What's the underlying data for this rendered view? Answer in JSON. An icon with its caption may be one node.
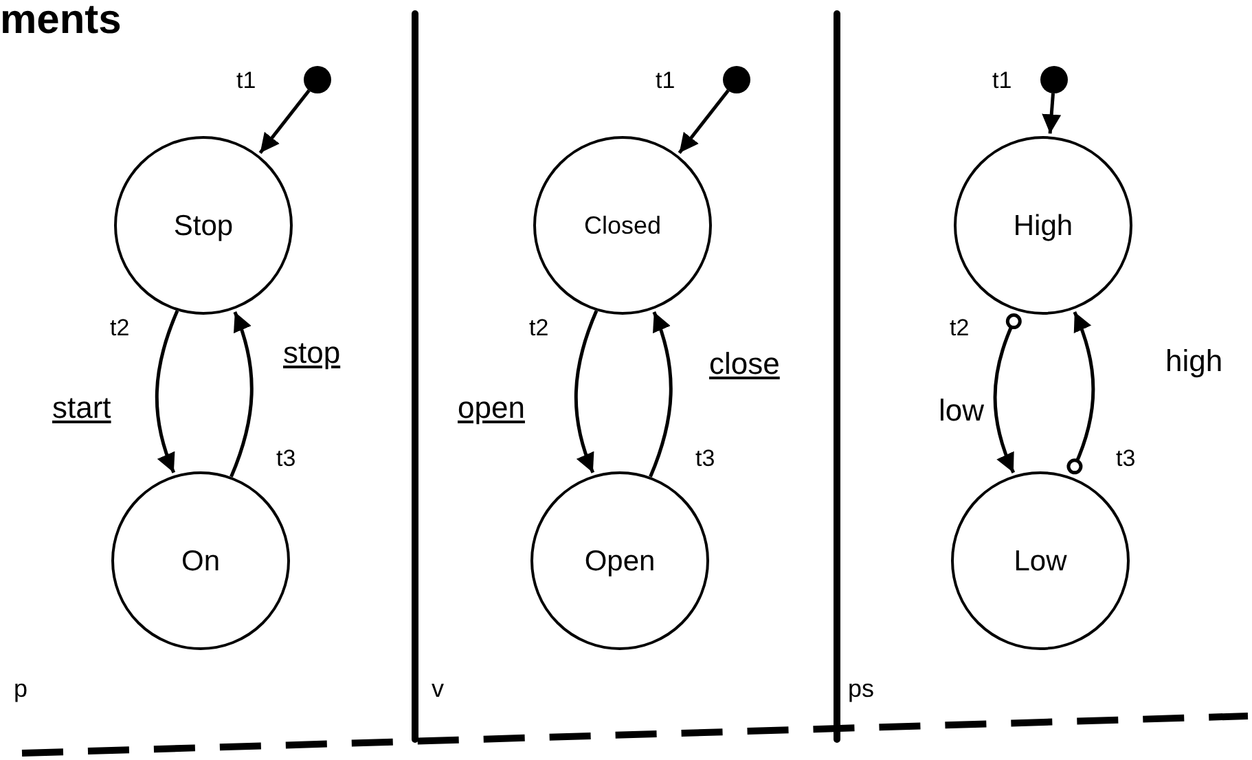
{
  "diagram": {
    "title": "ments",
    "nodes": [
      {
        "text": [],
        "shape": "circle"
      },
      {
        "text": [
          "Stop"
        ]
      },
      {
        "text": [
          "On"
        ]
      },
      {
        "text": [],
        "shape": "circle"
      },
      {
        "text": [
          "Closed"
        ]
      },
      {
        "text": [
          "Open"
        ]
      },
      {
        "text": [],
        "shape": "circle"
      },
      {
        "text": [
          "High"
        ]
      },
      {
        "text": [
          "Low"
        ]
      }
    ],
    "edges": [
      {
        "from": 0,
        "to": 1,
        "arrow": "to",
        "label": "t1"
      },
      {
        "from": 1,
        "to": 2,
        "arrow": "to",
        "label": "t2"
      },
      {
        "from": 2,
        "to": 1,
        "arrow": "to",
        "label": "t3"
      },
      {
        "from": 3,
        "to": 4,
        "arrow": "to",
        "label": "t1"
      },
      {
        "from": 4,
        "to": 5,
        "arrow": "to",
        "label": "t2"
      },
      {
        "from": 5,
        "to": 4,
        "arrow": "to",
        "label": "t3"
      },
      {
        "from": 6,
        "to": 7,
        "arrow": "to",
        "label": "t1"
      },
      {
        "from": 7,
        "to": 8,
        "arrow": "to",
        "label": "t2"
      },
      {
        "from": 8,
        "to": 7,
        "arrow": "to",
        "label": "t3"
      }
    ],
    "labels": [
      "start",
      "stop",
      "p",
      "open",
      "close",
      "v",
      "low",
      "high",
      "ps"
    ]
  }
}
